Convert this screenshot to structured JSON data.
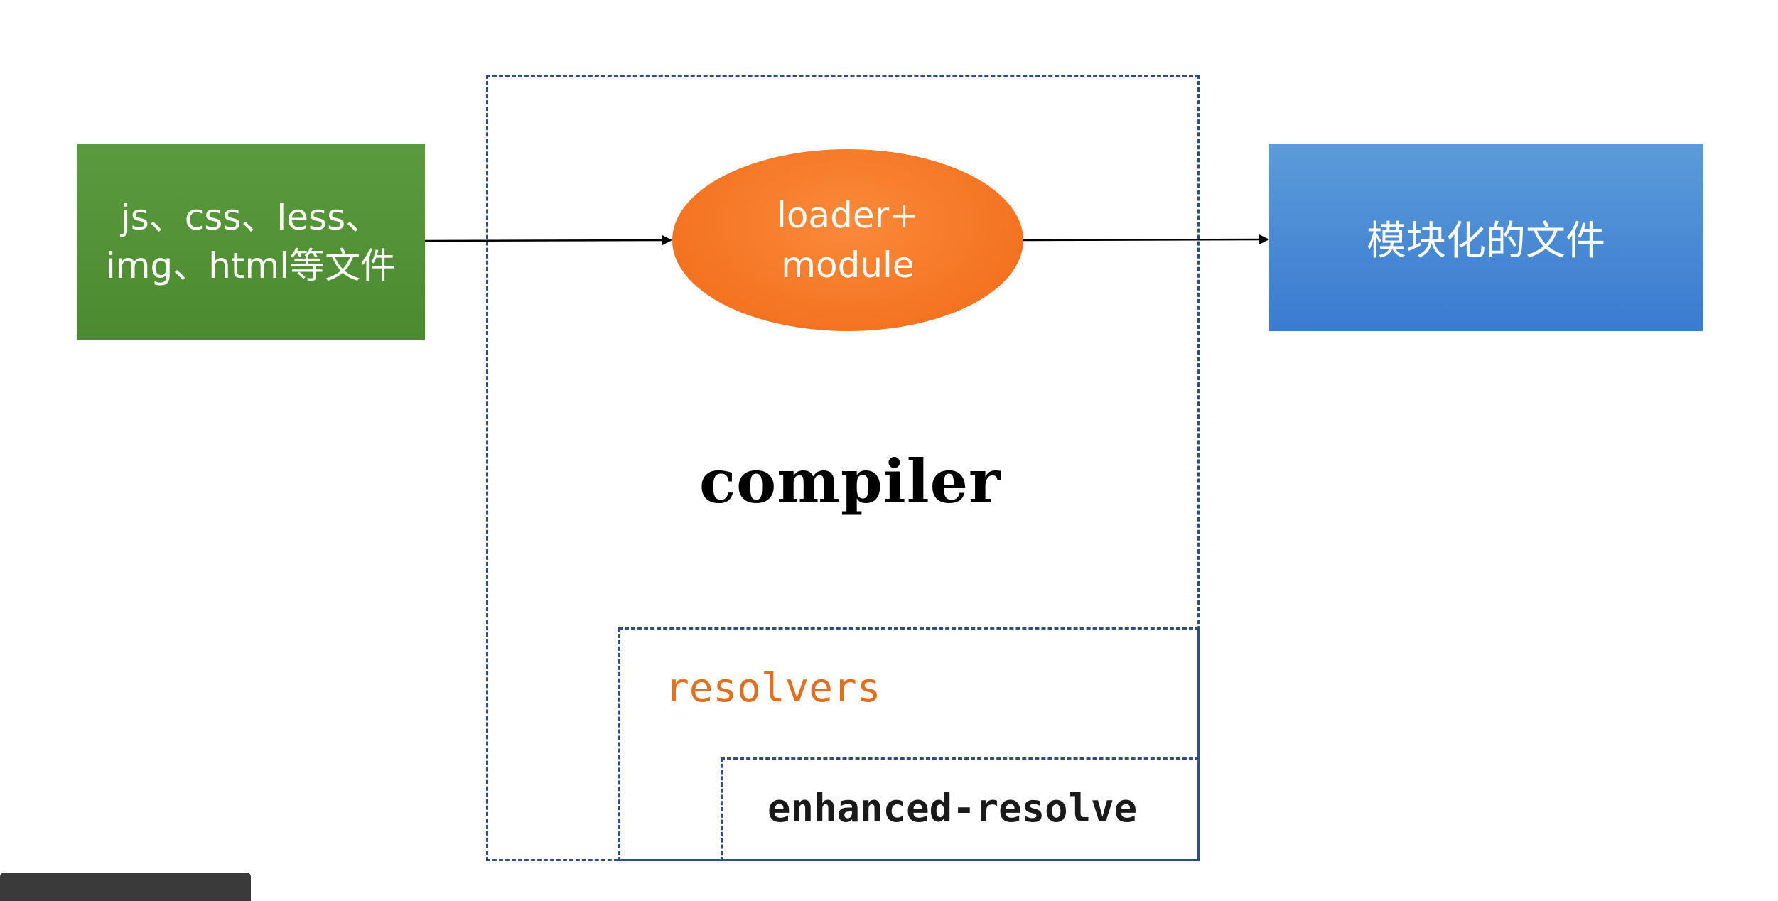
{
  "diagram": {
    "input": {
      "line1": "js、css、less、",
      "line2": "img、html等文件"
    },
    "processor": {
      "line1": "loader+",
      "line2": "module"
    },
    "output": {
      "label": "模块化的文件"
    },
    "compiler_label": "compiler",
    "resolvers_label": "resolvers",
    "enhanced_resolve_label": "enhanced-resolve"
  },
  "colors": {
    "input_green": "#4b8a2e",
    "output_blue": "#3a7bd0",
    "loader_orange": "#f47321",
    "frame_navy": "#2c4d8a",
    "resolvers_orange": "#e07020"
  },
  "corner_tab": {
    "text": ""
  }
}
